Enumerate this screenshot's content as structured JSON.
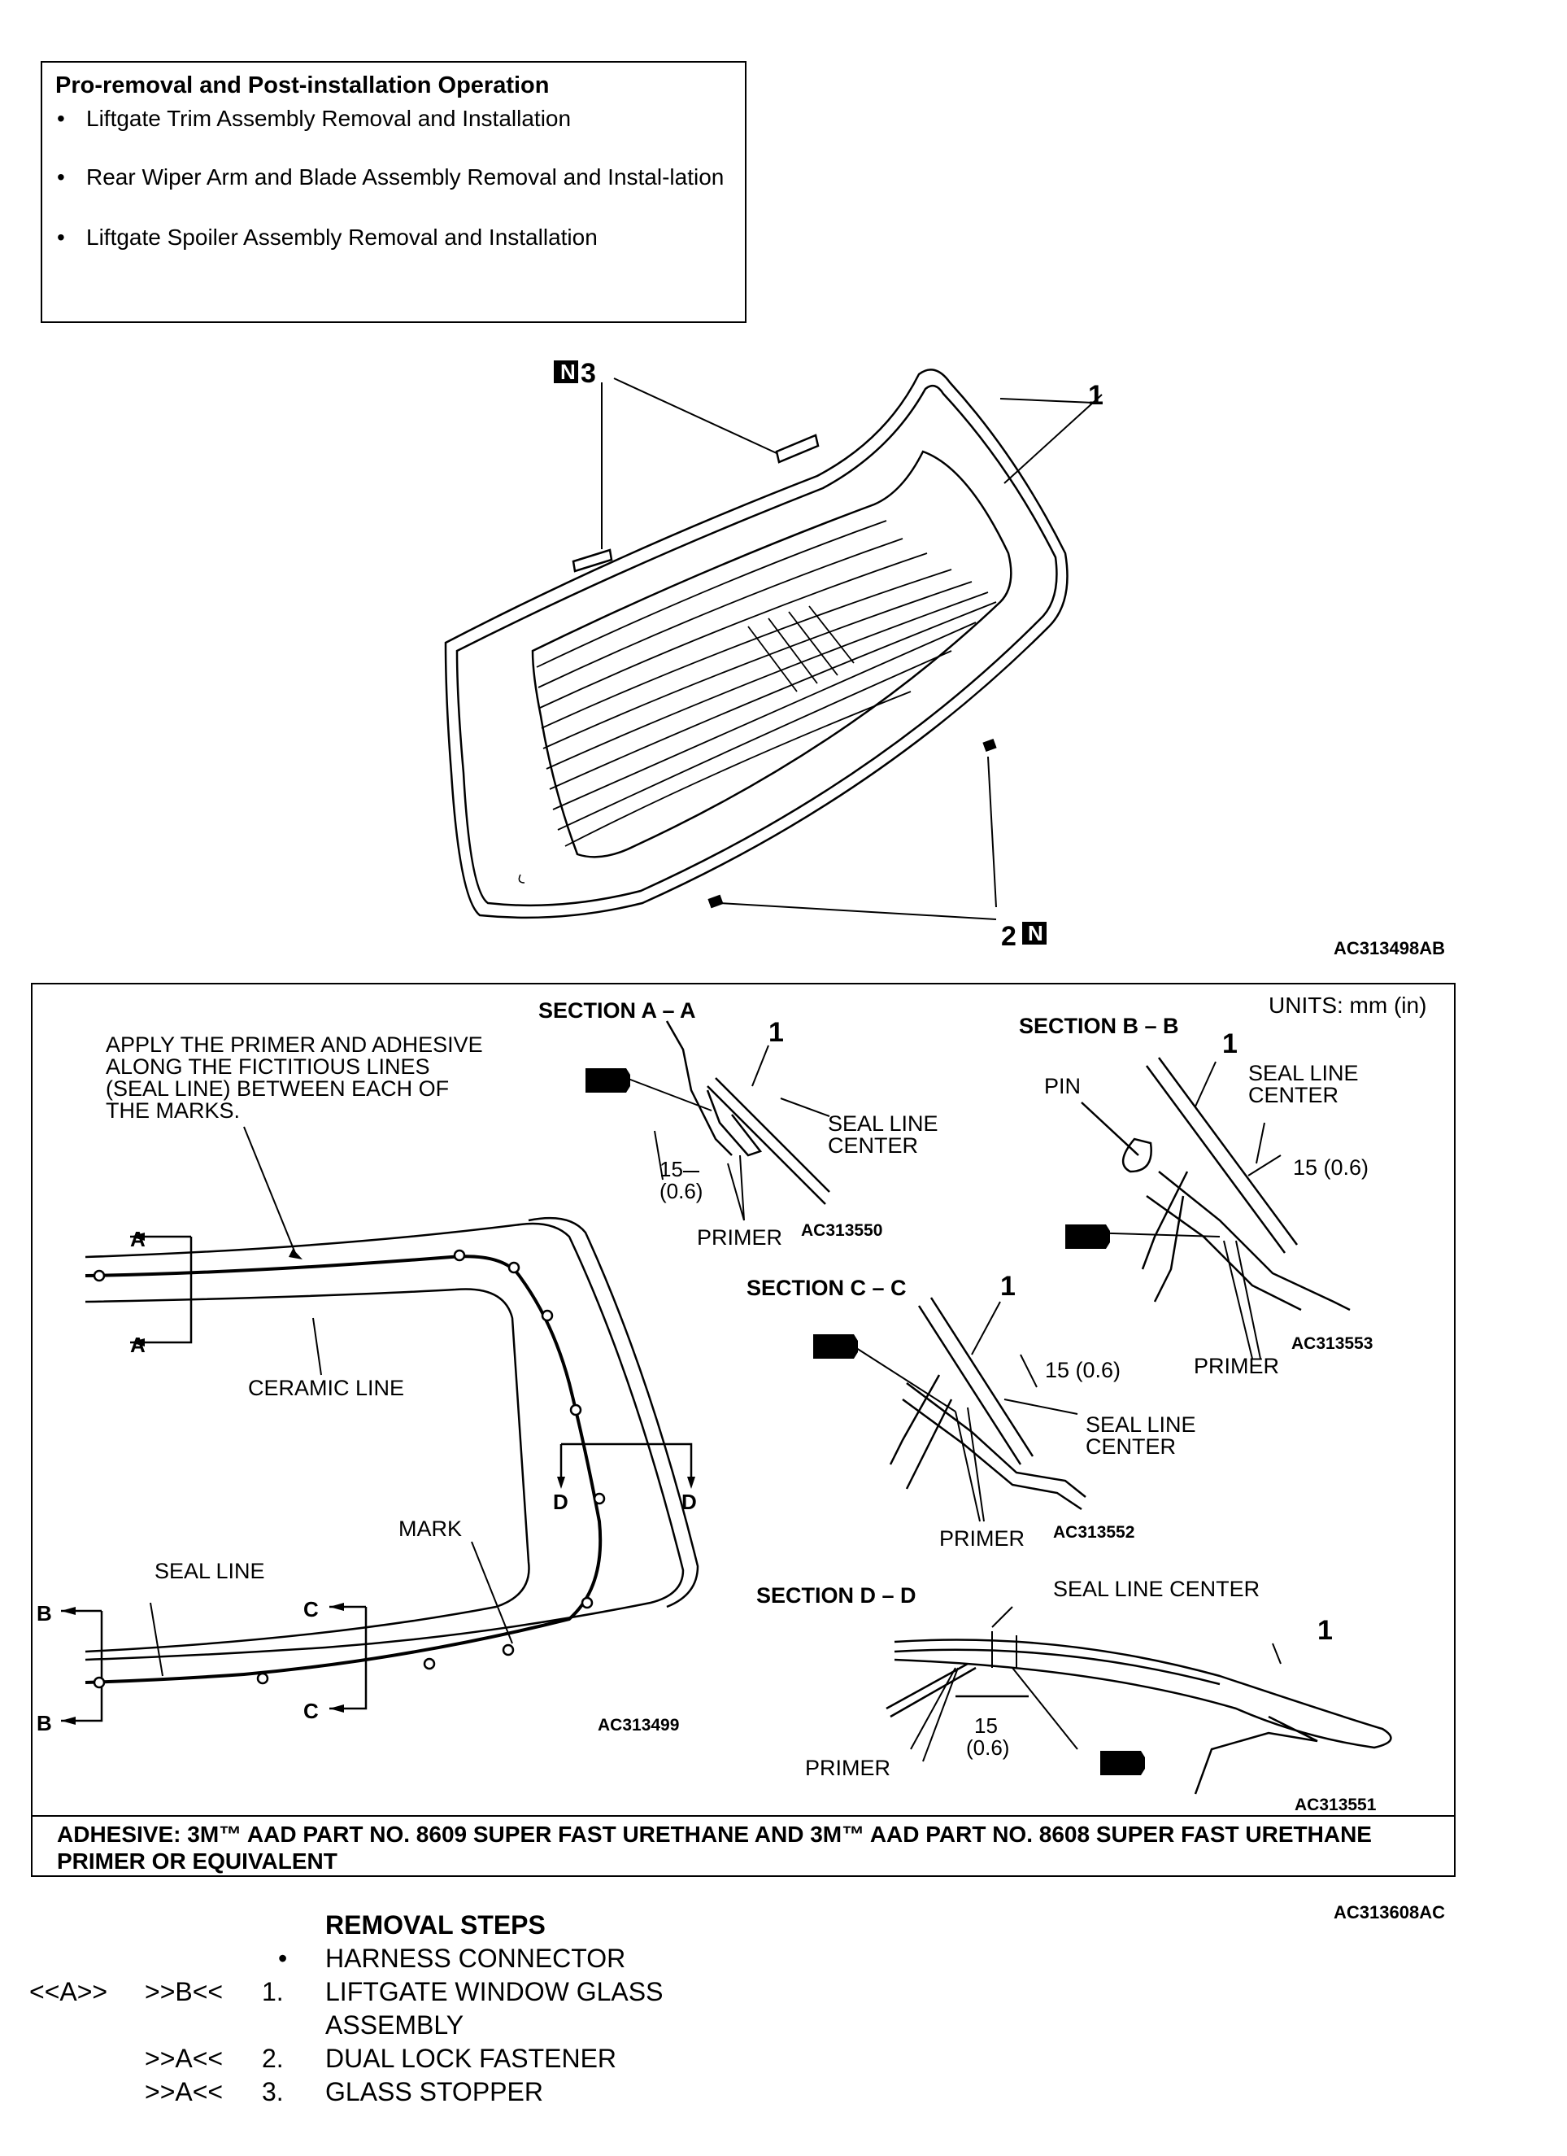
{
  "operation_box": {
    "title": "Pro-removal and Post-installation Operation",
    "items": [
      "Liftgate Trim Assembly Removal and Installation",
      "Rear Wiper Arm and Blade Assembly Removal and Instal-lation",
      "Liftgate Spoiler Assembly Removal and Installation"
    ]
  },
  "top_diagram": {
    "callouts": [
      "1",
      "2",
      "3"
    ],
    "n_badge": "N",
    "ref": "AC313498AB"
  },
  "detail": {
    "units": "UNITS: mm (in)",
    "note": [
      "APPLY THE PRIMER AND ADHESIVE",
      "ALONG THE FICTITIOUS LINES",
      "(SEAL LINE) BETWEEN EACH OF",
      "THE MARKS."
    ],
    "labels": {
      "ceramic_line": "CERAMIC LINE",
      "mark": "MARK",
      "seal_line": "SEAL LINE",
      "a": "A",
      "b": "B",
      "c": "C",
      "d": "D",
      "ref": "AC313499"
    },
    "section_a": {
      "title": "SECTION A – A",
      "callout": "1",
      "seal": [
        "SEAL LINE",
        "CENTER"
      ],
      "dim": [
        "15",
        "(0.6)"
      ],
      "primer": "PRIMER",
      "ref": "AC313550"
    },
    "section_b": {
      "title": "SECTION B – B",
      "callout": "1",
      "pin": "PIN",
      "seal": [
        "SEAL LINE",
        "CENTER"
      ],
      "dim": "15 (0.6)",
      "primer": "PRIMER",
      "ref": "AC313553"
    },
    "section_c": {
      "title": "SECTION C – C",
      "callout": "1",
      "seal": [
        "SEAL LINE",
        "CENTER"
      ],
      "dim": "15 (0.6)",
      "primer": "PRIMER",
      "ref": "AC313552"
    },
    "section_d": {
      "title": "SECTION D – D",
      "callout": "1",
      "seal": "SEAL LINE CENTER",
      "dim": [
        "15",
        "(0.6)"
      ],
      "primer": "PRIMER",
      "ref": "AC313551"
    },
    "adhesive": "ADHESIVE: 3M™ AAD PART NO. 8609 SUPER FAST URETHANE AND 3M™ AAD PART NO. 8608 SUPER FAST URETHANE PRIMER OR EQUIVALENT",
    "box_ref": "AC313608AC"
  },
  "removal_steps": {
    "heading": "REMOVAL STEPS",
    "steps": [
      {
        "ref1": "",
        "ref2": "",
        "num": "•",
        "text": "HARNESS CONNECTOR"
      },
      {
        "ref1": "<<A>>",
        "ref2": ">>B<<",
        "num": "1.",
        "text": "LIFTGATE WINDOW GLASS",
        "text2": "ASSEMBLY"
      },
      {
        "ref1": "",
        "ref2": ">>A<<",
        "num": "2.",
        "text": "DUAL LOCK FASTENER"
      },
      {
        "ref1": "",
        "ref2": ">>A<<",
        "num": "3.",
        "text": "GLASS STOPPER"
      }
    ]
  }
}
